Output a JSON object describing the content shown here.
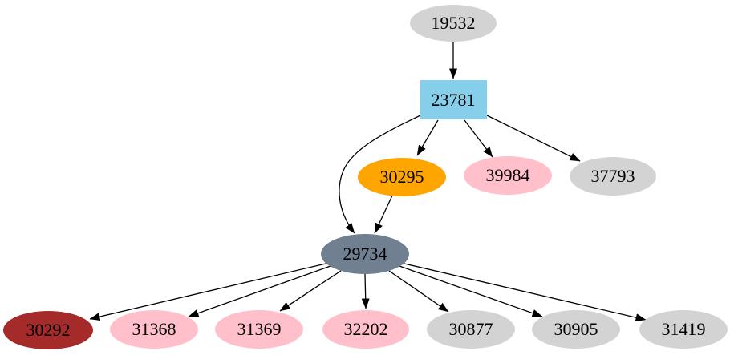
{
  "diagram": {
    "type": "directed-graph",
    "background": "#ffffff",
    "edge_color": "#000000",
    "text_color": "#000000",
    "nodes": [
      {
        "id": "19532",
        "label": "19532",
        "shape": "ellipse",
        "color": "#d3d3d3"
      },
      {
        "id": "23781",
        "label": "23781",
        "shape": "box",
        "color": "#87ceeb"
      },
      {
        "id": "30295",
        "label": "30295",
        "shape": "ellipse",
        "color": "#ffa500"
      },
      {
        "id": "39984",
        "label": "39984",
        "shape": "ellipse",
        "color": "#ffc0cb"
      },
      {
        "id": "37793",
        "label": "37793",
        "shape": "ellipse",
        "color": "#d3d3d3"
      },
      {
        "id": "29734",
        "label": "29734",
        "shape": "ellipse",
        "color": "#708090"
      },
      {
        "id": "30292",
        "label": "30292",
        "shape": "ellipse",
        "color": "#a52a2a"
      },
      {
        "id": "31368",
        "label": "31368",
        "shape": "ellipse",
        "color": "#ffc0cb"
      },
      {
        "id": "31369",
        "label": "31369",
        "shape": "ellipse",
        "color": "#ffc0cb"
      },
      {
        "id": "32202",
        "label": "32202",
        "shape": "ellipse",
        "color": "#ffc0cb"
      },
      {
        "id": "30877",
        "label": "30877",
        "shape": "ellipse",
        "color": "#d3d3d3"
      },
      {
        "id": "30905",
        "label": "30905",
        "shape": "ellipse",
        "color": "#d3d3d3"
      },
      {
        "id": "31419",
        "label": "31419",
        "shape": "ellipse",
        "color": "#d3d3d3"
      }
    ],
    "edges": [
      {
        "from": "19532",
        "to": "23781"
      },
      {
        "from": "23781",
        "to": "30295"
      },
      {
        "from": "23781",
        "to": "39984"
      },
      {
        "from": "23781",
        "to": "37793"
      },
      {
        "from": "23781",
        "to": "29734"
      },
      {
        "from": "30295",
        "to": "29734"
      },
      {
        "from": "29734",
        "to": "30292"
      },
      {
        "from": "29734",
        "to": "31368"
      },
      {
        "from": "29734",
        "to": "31369"
      },
      {
        "from": "29734",
        "to": "32202"
      },
      {
        "from": "29734",
        "to": "30877"
      },
      {
        "from": "29734",
        "to": "30905"
      },
      {
        "from": "29734",
        "to": "31419"
      }
    ]
  }
}
